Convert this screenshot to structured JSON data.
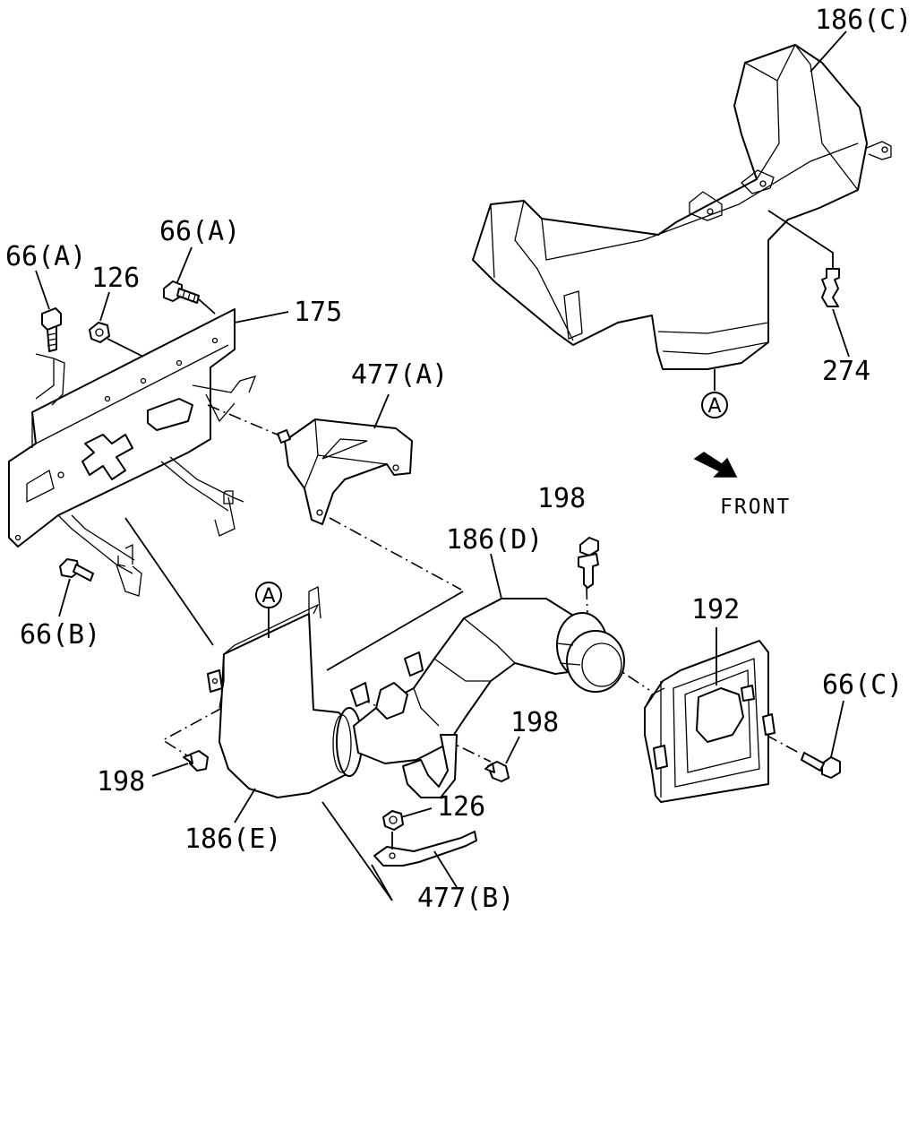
{
  "labels": {
    "duct_186c": "186(C)",
    "clip_274": "274",
    "bolt_66a_left": "66(A)",
    "bolt_66a_top": "66(A)",
    "nut_126_top": "126",
    "bracket_175": "175",
    "bracket_477a": "477(A)",
    "bolt_66b": "66(B)",
    "clip_198_top": "198",
    "duct_186d": "186(D)",
    "bracket_192": "192",
    "bolt_66c": "66(C)",
    "clip_198_mid": "198",
    "clip_198_left": "198",
    "nut_126_bottom": "126",
    "duct_186e": "186(E)",
    "bracket_477b": "477(B)"
  },
  "reference_marks": {
    "a_top": "A",
    "a_bottom": "A"
  },
  "direction": {
    "text": "FRONT"
  }
}
